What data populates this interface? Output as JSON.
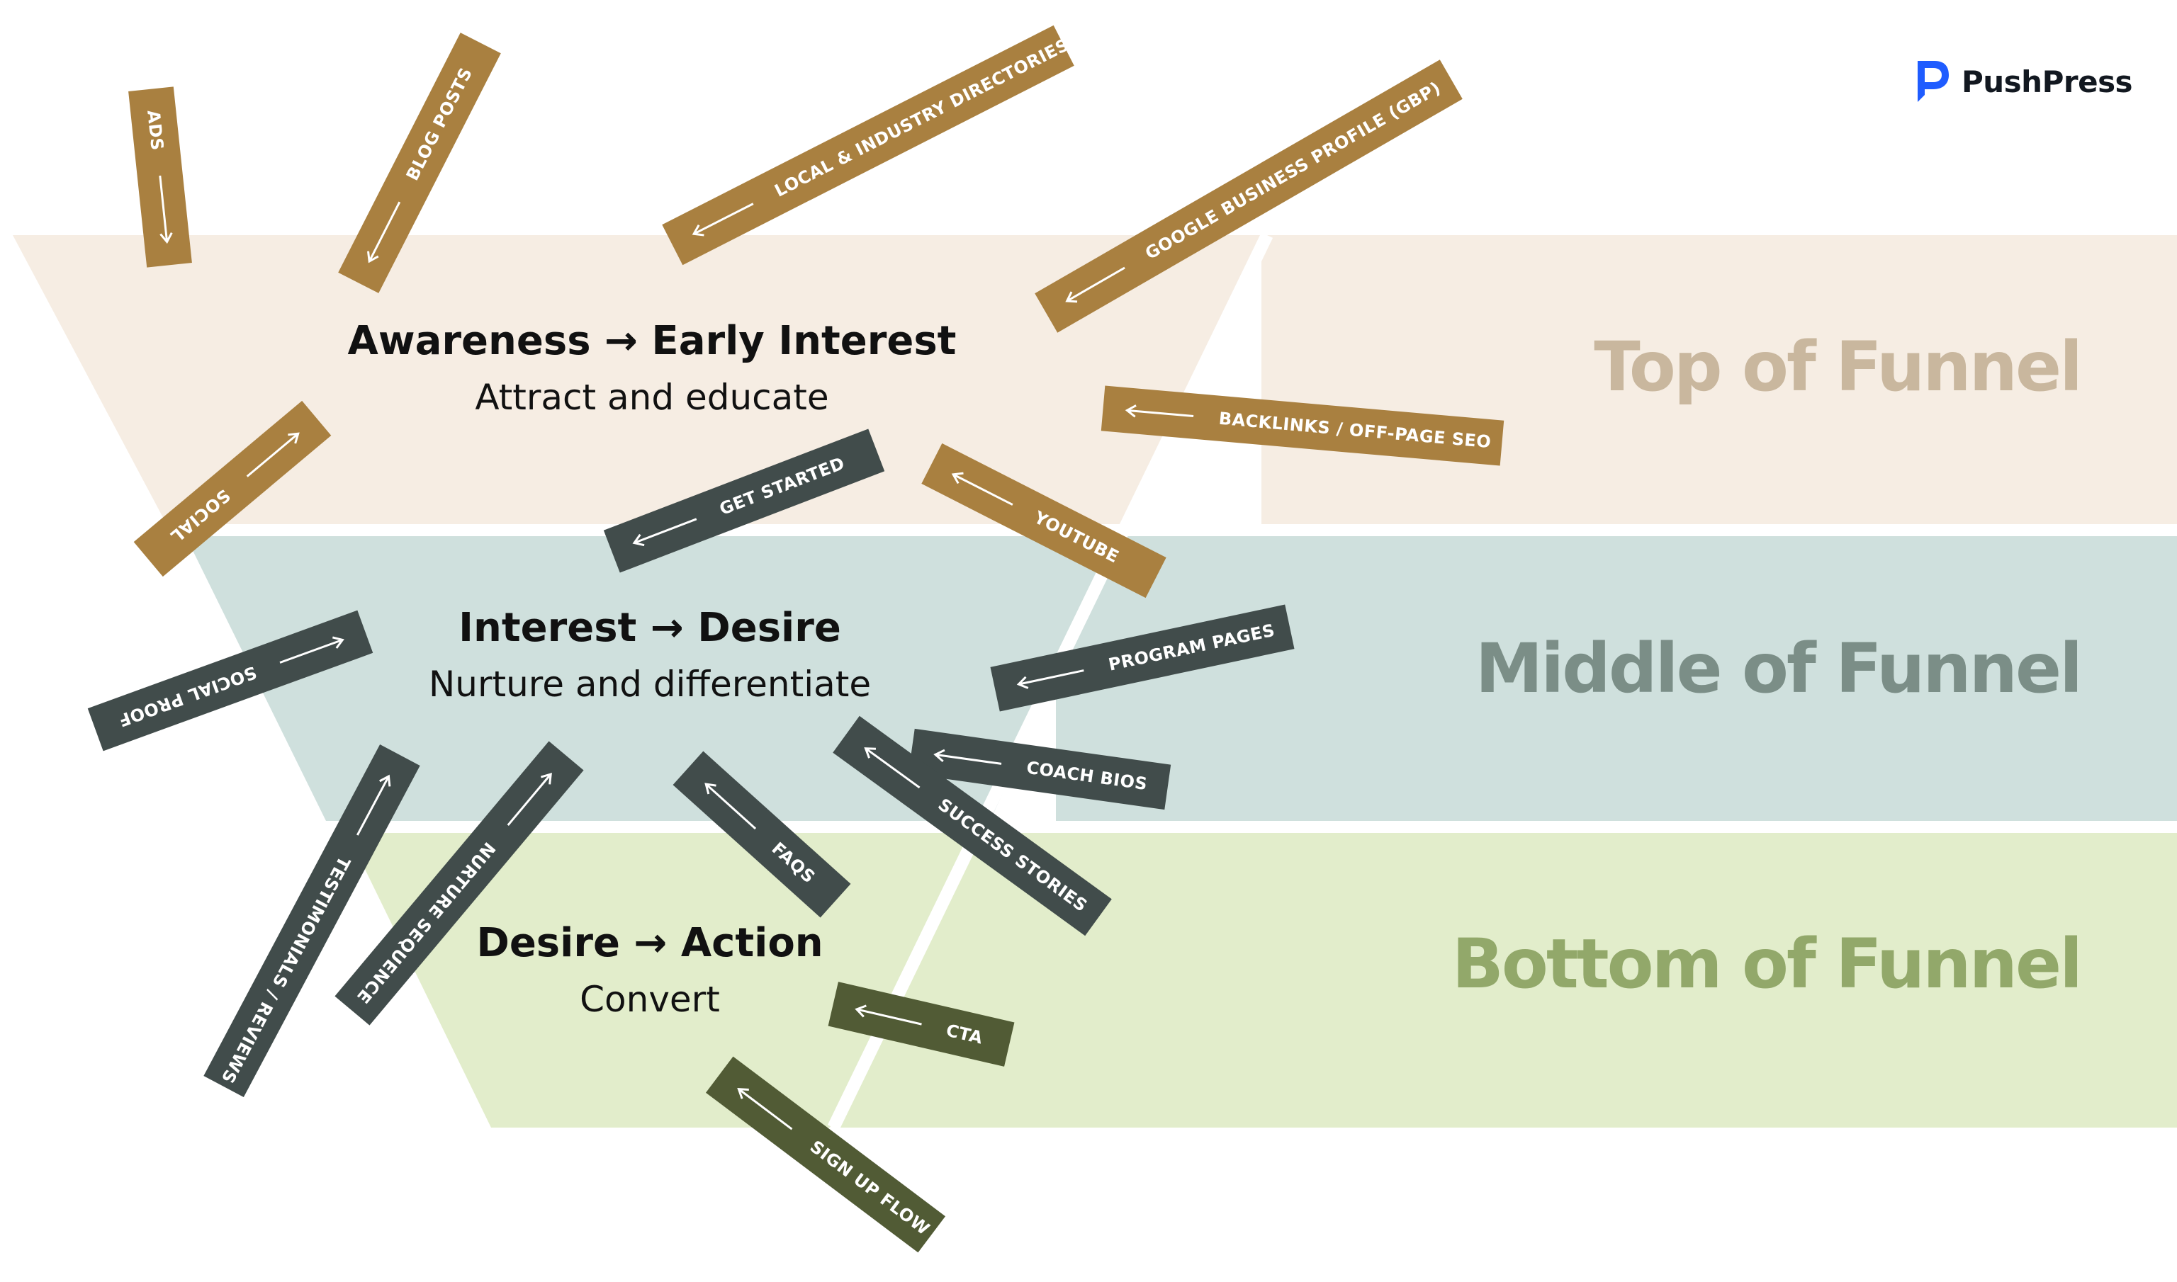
{
  "brand": {
    "name": "PushPress",
    "accent": "#1f5cff",
    "icon": "pushpress-logo-icon"
  },
  "colors": {
    "top_band": "#f6ede3",
    "middle_band": "#cfe0dd",
    "bottom_band": "#e2edcb",
    "top_label": "#c9b79e",
    "middle_label": "#7b8e87",
    "bottom_label": "#92a86a",
    "tag_gold": "#a98040",
    "tag_slate": "#414c4b",
    "tag_olive": "#515b35"
  },
  "bands": {
    "top": "Top of Funnel",
    "middle": "Middle of Funnel",
    "bottom": "Bottom of Funnel"
  },
  "stages": {
    "top": {
      "title": "Awareness → Early Interest",
      "subtitle": "Attract and educate"
    },
    "middle": {
      "title": "Interest → Desire",
      "subtitle": "Nurture and differentiate"
    },
    "bottom": {
      "title": "Desire → Action",
      "subtitle": "Convert"
    }
  },
  "tags": {
    "ads": "ADS",
    "blog_posts": "BLOG POSTS",
    "local_directories": "LOCAL & INDUSTRY DIRECTORIES",
    "gbp": "GOOGLE BUSINESS PROFILE (GBP)",
    "social": "SOCIAL",
    "backlinks": "BACKLINKS / OFF-PAGE SEO",
    "get_started": "GET STARTED",
    "youtube": "YOUTUBE",
    "social_proof": "SOCIAL PROOF",
    "program_pages": "PROGRAM PAGES",
    "coach_bios": "COACH BIOS",
    "testimonials": "TESTIMONIALS / REVIEWS",
    "nurture_sequence": "NURTURE SEQUENCE",
    "faqs": "FAQS",
    "success_stories": "SUCCESS STORIES",
    "cta": "CTA",
    "sign_up_flow": "SIGN UP FLOW"
  }
}
